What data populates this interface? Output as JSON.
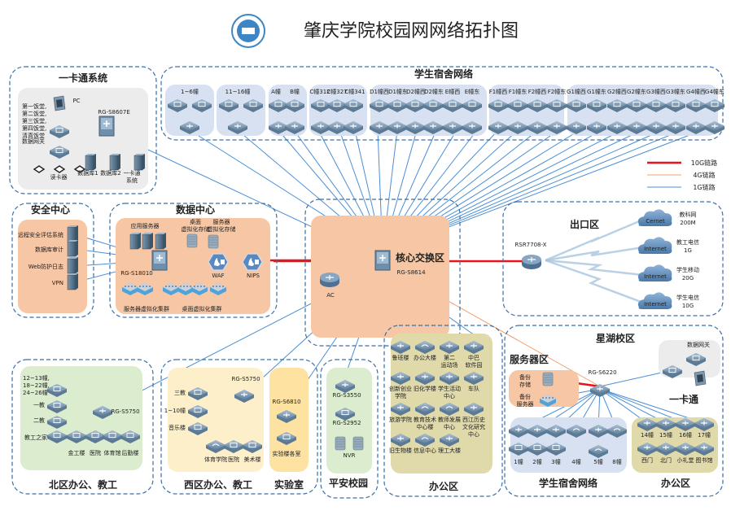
{
  "title": "肇庆学院校园网网络拓扑图",
  "legend": [
    {
      "label": "10G链路",
      "color": "#e8141b"
    },
    {
      "label": "4G链路",
      "color": "#f0a070"
    },
    {
      "label": "1G链路",
      "color": "#4a8fd6"
    }
  ],
  "colors": {
    "link_10g": "#e8141b",
    "link_4g": "#f0a070",
    "link_1g": "#4a8fd6",
    "zone_border": "#3a6fa8"
  },
  "card": {
    "title": "一卡通系统",
    "pc": "PC",
    "floors": [
      "第一饭堂,",
      "第二饭堂,",
      "第三饭堂,",
      "第四饭堂,",
      "清真饭堂"
    ],
    "gateway": "数据网关",
    "switch": "RG-S8607E",
    "readers": "读卡器",
    "servers": [
      "数据库1",
      "数据库2",
      "一卡通",
      "系统"
    ]
  },
  "dorm": {
    "title": "学生宿舍网络",
    "groups": [
      {
        "labels": [
          "1~6幢"
        ]
      },
      {
        "labels": [
          "11~16幢"
        ]
      },
      {
        "labels": [
          "A幢",
          "B幢"
        ]
      },
      {
        "labels": [
          "C幢312",
          "C幢327",
          "C幢341"
        ]
      },
      {
        "labels": [
          "D1幢西",
          "D1幢东",
          "D2幢西",
          "D2幢东"
        ]
      },
      {
        "labels": [
          "E幢西",
          "E幢东"
        ]
      },
      {
        "labels": [
          "F1幢西",
          "F1幢东",
          "F2幢西",
          "F2幢东"
        ]
      },
      {
        "labels": [
          "G1幢西",
          "G1幢东",
          "G2幢西",
          "G2幢东",
          "G3幢西",
          "G3幢东",
          "G4幢西",
          "G4幢东"
        ]
      }
    ]
  },
  "security": {
    "title": "安全中心",
    "items": [
      "远程安全评估系统",
      "数据库审计",
      "Web防护日志",
      "VPN"
    ]
  },
  "datacenter": {
    "title": "数据中心",
    "app_servers": "应用服务器",
    "desktop_storage": [
      "桌面",
      "虚拟化存储"
    ],
    "server_storage": [
      "服务器",
      "虚拟化存储"
    ],
    "switch": "RG-S18010",
    "waf": "WAF",
    "nips": "NIPS",
    "server_cluster": "服务器虚拟化集群",
    "desktop_cluster": "桌面虚拟化集群"
  },
  "core": {
    "title": "核心交换区",
    "switch": "RG-S8614",
    "ac": "AC"
  },
  "exit": {
    "title": "出口区",
    "router": "RSR7708-X",
    "links": [
      {
        "cloud": "Cernet",
        "name": "教科网",
        "bw": "200M"
      },
      {
        "cloud": "Internet",
        "name": "教工电信",
        "bw": "1G"
      },
      {
        "cloud": "Internet",
        "name": "学生移动",
        "bw": "20G"
      },
      {
        "cloud": "Internet",
        "name": "学生电信",
        "bw": "10G"
      }
    ]
  },
  "north": {
    "title": "北区办公、教工",
    "switch": "RG-S5750",
    "left": [
      [
        "12~13幢,",
        "18~22幢,",
        "24~26幢"
      ],
      [
        "一教"
      ],
      [
        "二教"
      ],
      [
        "教工之家"
      ]
    ],
    "bottom": [
      "金工楼",
      "医院",
      "体育馆",
      "后勤楼"
    ]
  },
  "west": {
    "title": "西区办公、教工",
    "switch": "RG-S5750",
    "left": [
      "三教",
      "1~10幢",
      "音乐楼"
    ],
    "bottom": [
      "体育学院",
      "医院",
      "美术楼"
    ]
  },
  "lab": {
    "title": "实验室",
    "switch": "RG-S6810",
    "node": "实验楼各室"
  },
  "safe": {
    "title": "平安校园",
    "sw1": "RG-S3550",
    "sw2": "RG-S2952",
    "nvr": "NVR"
  },
  "office": {
    "title": "办公区",
    "nodes": [
      [
        "鲁班楼"
      ],
      [
        "办公大楼"
      ],
      [
        "第二",
        "运动场"
      ],
      [
        "中巴",
        "软件园"
      ],
      [
        "创新创业",
        "学院"
      ],
      [
        "旧化学楼"
      ],
      [
        "学生活动",
        "中心"
      ],
      [
        "车队"
      ],
      [
        "旅游学院"
      ],
      [
        "教育技术",
        "中心楼"
      ],
      [
        "教师发展",
        "中心"
      ],
      [
        "西江历史",
        "文化研究",
        "中心"
      ],
      [
        "旧生物楼"
      ],
      [
        "信息中心"
      ],
      [
        "理工大楼"
      ]
    ]
  },
  "xinghu": {
    "title": "星湖校区",
    "switch": "RG-S6220",
    "server_zone": {
      "title": "服务器区",
      "storage": [
        "备份",
        "存储"
      ],
      "server": [
        "备份",
        "服务器"
      ]
    },
    "card": {
      "title": "一卡通",
      "gateway": "数据网关"
    },
    "dorm": {
      "title": "学生宿舍网络",
      "labels": [
        "1幢",
        "2幢",
        "3幢",
        "4幢",
        "5幢",
        "8幢"
      ]
    },
    "office": {
      "title": "办公区",
      "row1": [
        "14幢",
        "15幢",
        "16幢",
        "17幢"
      ],
      "row2": [
        "西门",
        "北门",
        "小礼堂",
        "图书馆"
      ]
    }
  }
}
